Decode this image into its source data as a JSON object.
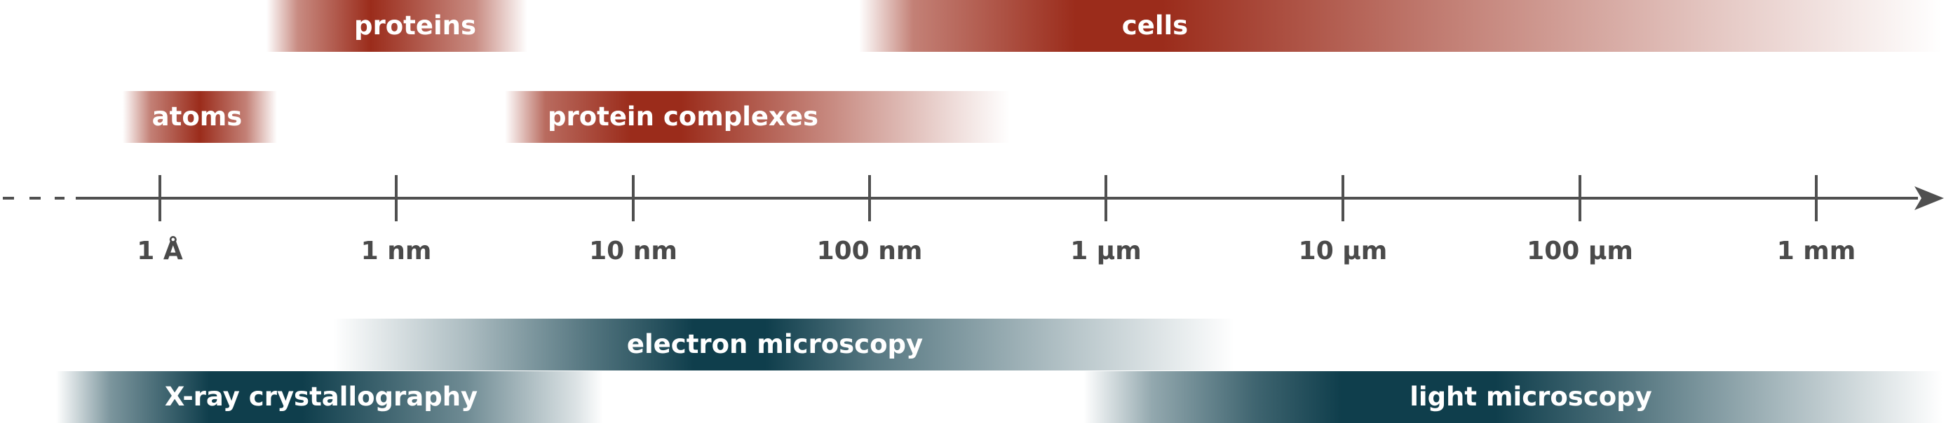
{
  "colors": {
    "biology": "#9b2c1b",
    "methods": "#0f3e4c",
    "axis": "#505050",
    "tick_text": "#4a4a4a",
    "label_text": "#ffffff"
  },
  "axis": {
    "direction": "right-arrow",
    "leading_dashes": true,
    "ticks": [
      "1 Å",
      "1 nm",
      "10 nm",
      "100 nm",
      "1 µm",
      "10 µm",
      "100 µm",
      "1 mm"
    ]
  },
  "biology_bands": [
    {
      "id": "proteins",
      "label": "proteins"
    },
    {
      "id": "cells",
      "label": "cells"
    },
    {
      "id": "atoms",
      "label": "atoms"
    },
    {
      "id": "protein-complexes",
      "label": "protein complexes"
    }
  ],
  "method_bands": [
    {
      "id": "electron-microscopy",
      "label": "electron microscopy"
    },
    {
      "id": "xray-crystallography",
      "label": "X-ray crystallography"
    },
    {
      "id": "light-microscopy",
      "label": "light microscopy"
    }
  ]
}
